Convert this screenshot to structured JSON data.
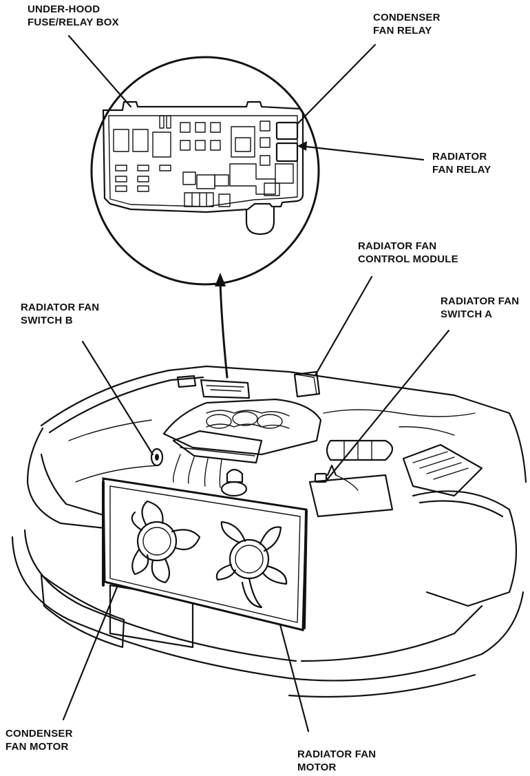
{
  "labels": {
    "fuse_box": [
      "UNDER-HOOD",
      "FUSE/RELAY BOX"
    ],
    "condenser_relay": [
      "CONDENSER",
      "FAN RELAY"
    ],
    "radiator_relay": [
      "RADIATOR",
      "FAN RELAY"
    ],
    "control_module": [
      "RADIATOR FAN",
      "CONTROL MODULE"
    ],
    "switch_b": [
      "RADIATOR FAN",
      "SWITCH B"
    ],
    "switch_a": [
      "RADIATOR FAN",
      "SWITCH A"
    ],
    "condenser_motor": [
      "CONDENSER",
      "FAN MOTOR"
    ],
    "radiator_motor": [
      "RADIATOR FAN",
      "MOTOR"
    ]
  },
  "colors": {
    "ink": "#111111",
    "paper": "#ffffff"
  }
}
